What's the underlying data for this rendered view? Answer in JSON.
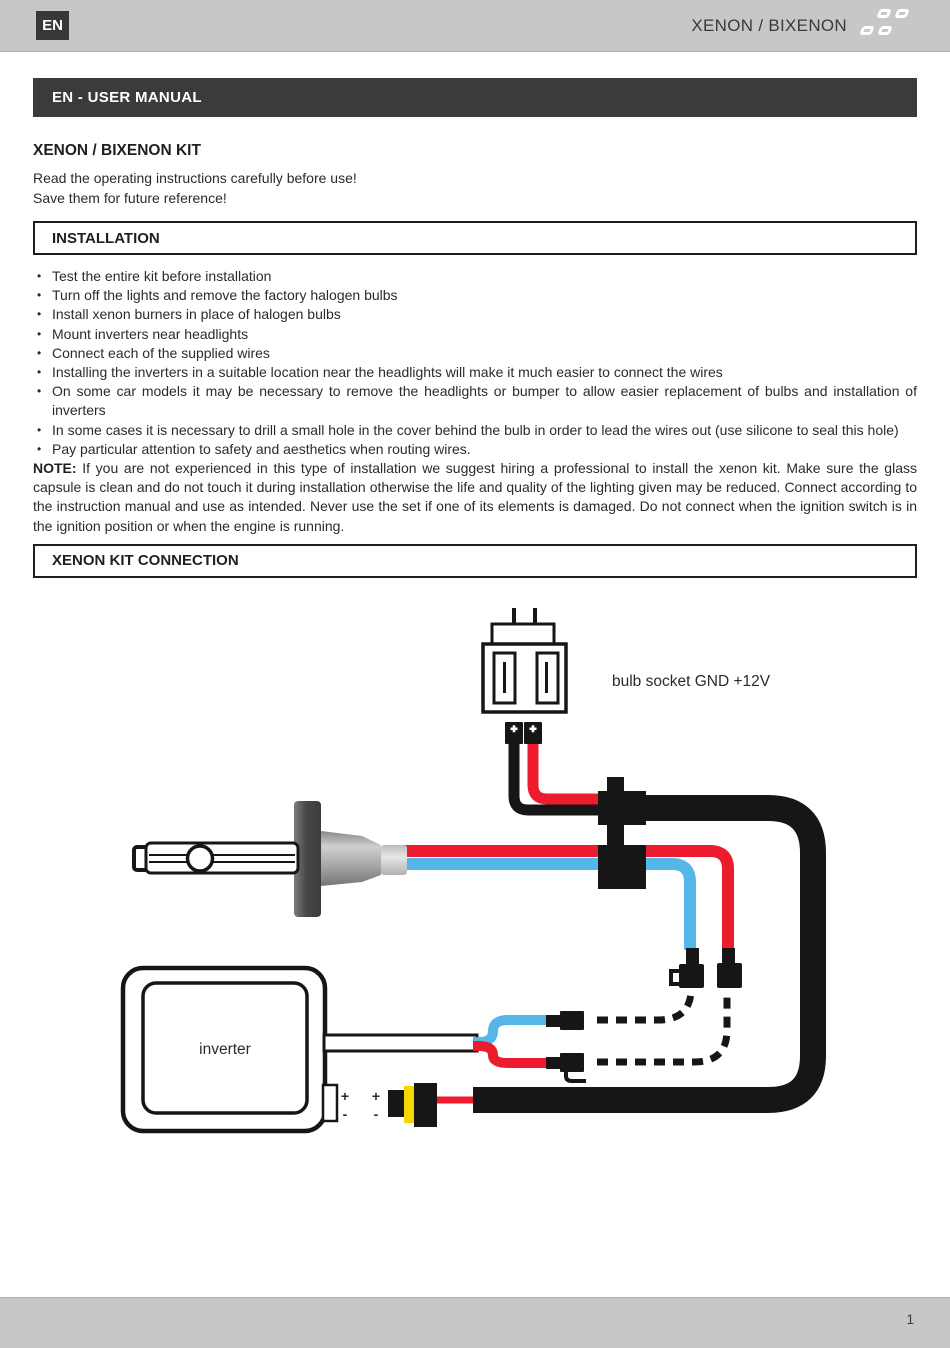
{
  "header": {
    "lang_badge": "EN",
    "product": "XENON / BIXENON"
  },
  "title_bar": {
    "label": "EN - USER MANUAL"
  },
  "intro": {
    "heading": "XENON / BIXENON KIT",
    "line1": "Read the operating instructions carefully before use!",
    "line2": "Save them for future reference!"
  },
  "installation": {
    "heading": "INSTALLATION",
    "bullet_char": "•",
    "bullets": [
      "Test the entire kit before installation",
      "Turn off the lights and remove the factory halogen bulbs",
      "Install xenon burners in place of halogen bulbs",
      "Mount inverters near headlights",
      "Connect each of the supplied wires",
      "Installing the inverters in a suitable location near the headlights will make it much easier to connect the wires",
      "On some car models it may be necessary to remove the headlights or bumper to allow easier replacement of bulbs and installation of inverters",
      "In some cases it is necessary to drill a small hole in the cover behind the bulb in order to lead the wires out (use silicone to seal this hole)",
      "Pay particular attention to safety and aesthetics when routing wires."
    ],
    "note_label": "NOTE:",
    "note_text": "If you are not experienced in this type of installation we suggest hiring a professional to install the xenon kit. Make sure the glass capsule is clean and do not touch it during installation otherwise the life and quality of the lighting given may be reduced. Connect according to the instruction manual and use as intended. Never use the set if one of its elements is damaged. Do not connect when the ignition switch is in the ignition position or when the engine is running."
  },
  "connection": {
    "heading": "XENON KIT CONNECTION"
  },
  "diagram": {
    "labels": {
      "bulb_socket": "bulb socket GND +12V",
      "inverter": "inverter",
      "plus": "+",
      "minus": "-"
    },
    "colors": {
      "wire_red": "#ec1c2e",
      "wire_blue": "#55b7e8",
      "wire_black": "#161616",
      "connector_yellow": "#f6d500",
      "bar_gray": "#c7c7c7",
      "bar_dark": "#3b3b3b"
    }
  },
  "footer": {
    "page_number": "1"
  }
}
